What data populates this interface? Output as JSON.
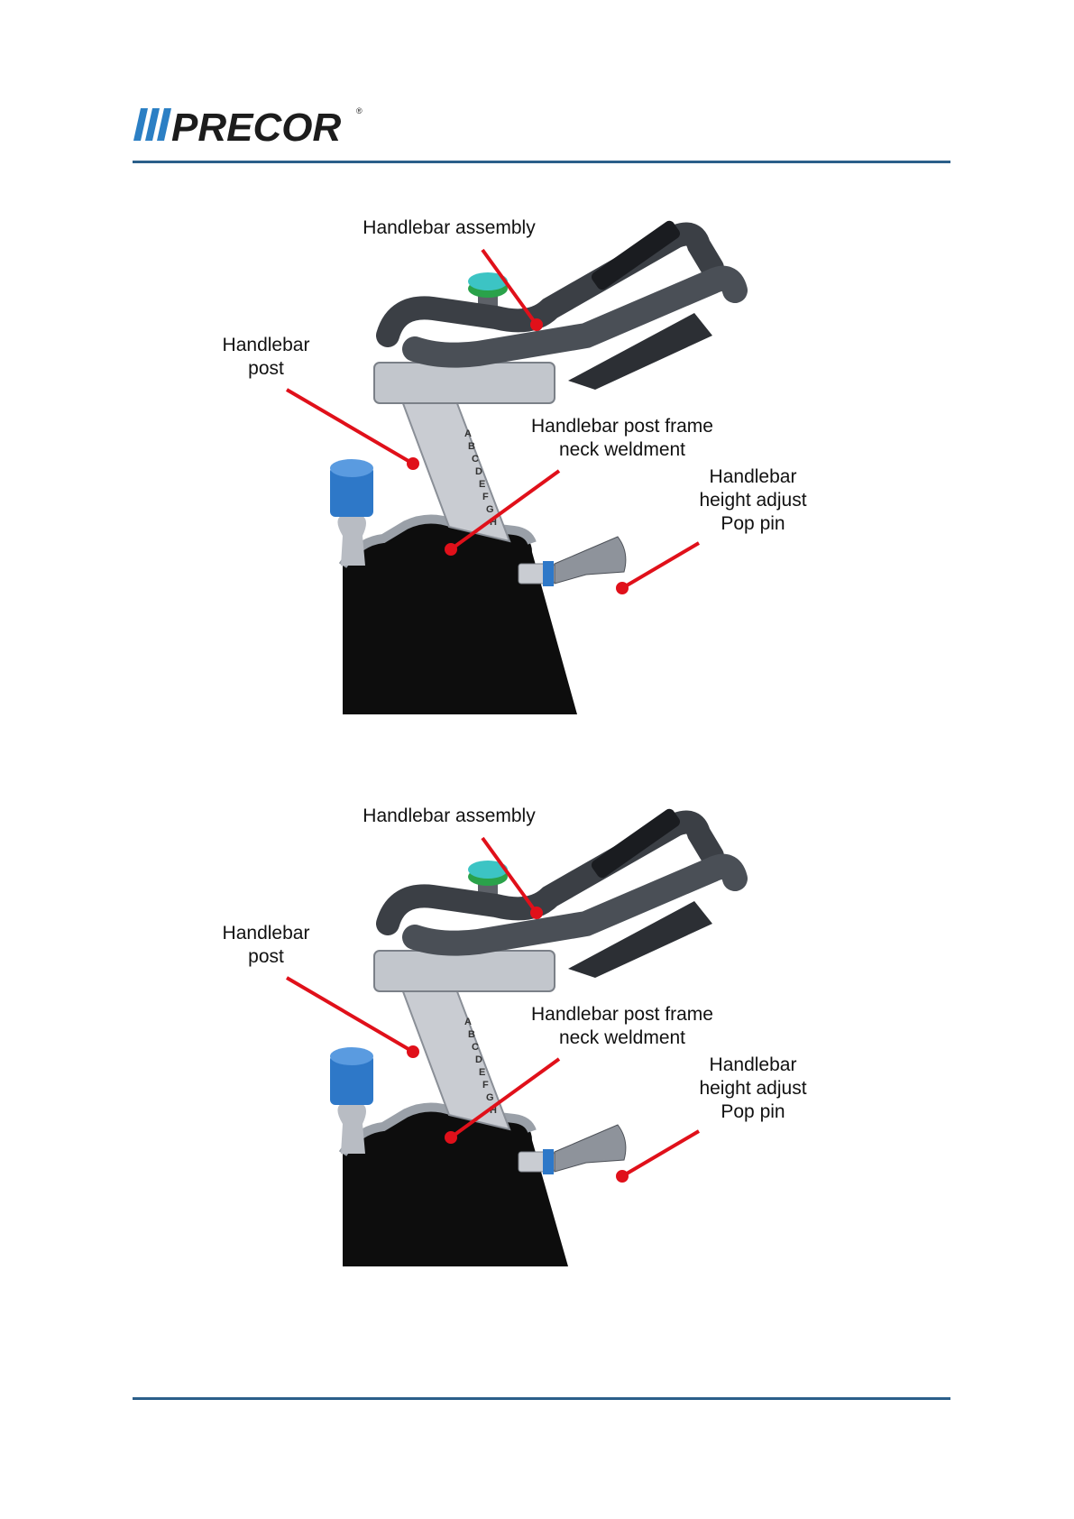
{
  "header": {
    "logo_text": "PRECOR",
    "logo_mark": "®",
    "rule_color": "#2b5f8a"
  },
  "figures": [
    {
      "labels": {
        "handlebar_assembly": "Handlebar assembly",
        "handlebar_post": "Handlebar\npost",
        "neck_weldment": "Handlebar post frame\nneck weldment",
        "pop_pin": "Handlebar\nheight adjust\nPop pin"
      },
      "post_letters": [
        "A",
        "B",
        "C",
        "D",
        "E",
        "F",
        "G",
        "H"
      ]
    },
    {
      "labels": {
        "handlebar_assembly": "Handlebar assembly",
        "handlebar_post": "Handlebar\npost",
        "neck_weldment": "Handlebar post frame\nneck weldment",
        "pop_pin": "Handlebar\nheight adjust\nPop pin"
      },
      "post_letters": [
        "A",
        "B",
        "C",
        "D",
        "E",
        "F",
        "G",
        "H"
      ]
    }
  ],
  "colors": {
    "callout_line": "#e0101a",
    "frame_black": "#0d0d0d",
    "post_gray": "#c9ccd2",
    "knob_blue": "#2e78c8",
    "knob_green": "#2aa24a"
  }
}
